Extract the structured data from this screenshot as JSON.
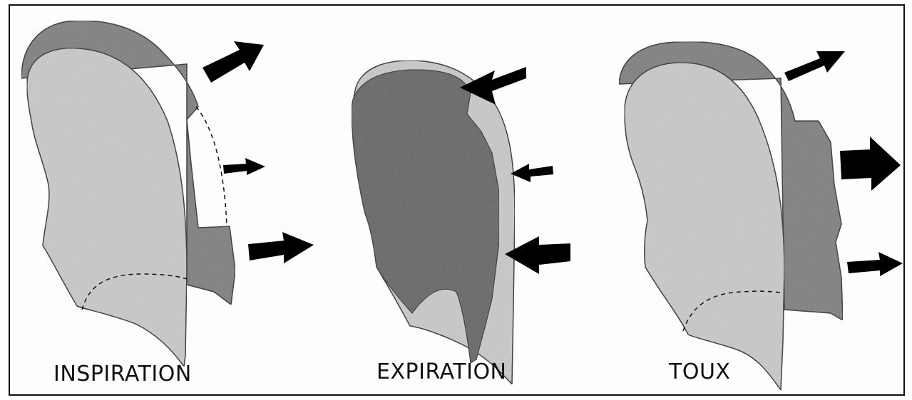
{
  "panels": [
    {
      "label": "INSPIRATION"
    },
    {
      "label": "EXPIRATION"
    },
    {
      "label": "TOUX"
    }
  ],
  "colors": {
    "light_grey": "#c9c9c9",
    "dark_grey": "#7b7b7b",
    "darker_grey": "#5f5f5f",
    "outline": "#111111",
    "arrow": "#000000"
  }
}
